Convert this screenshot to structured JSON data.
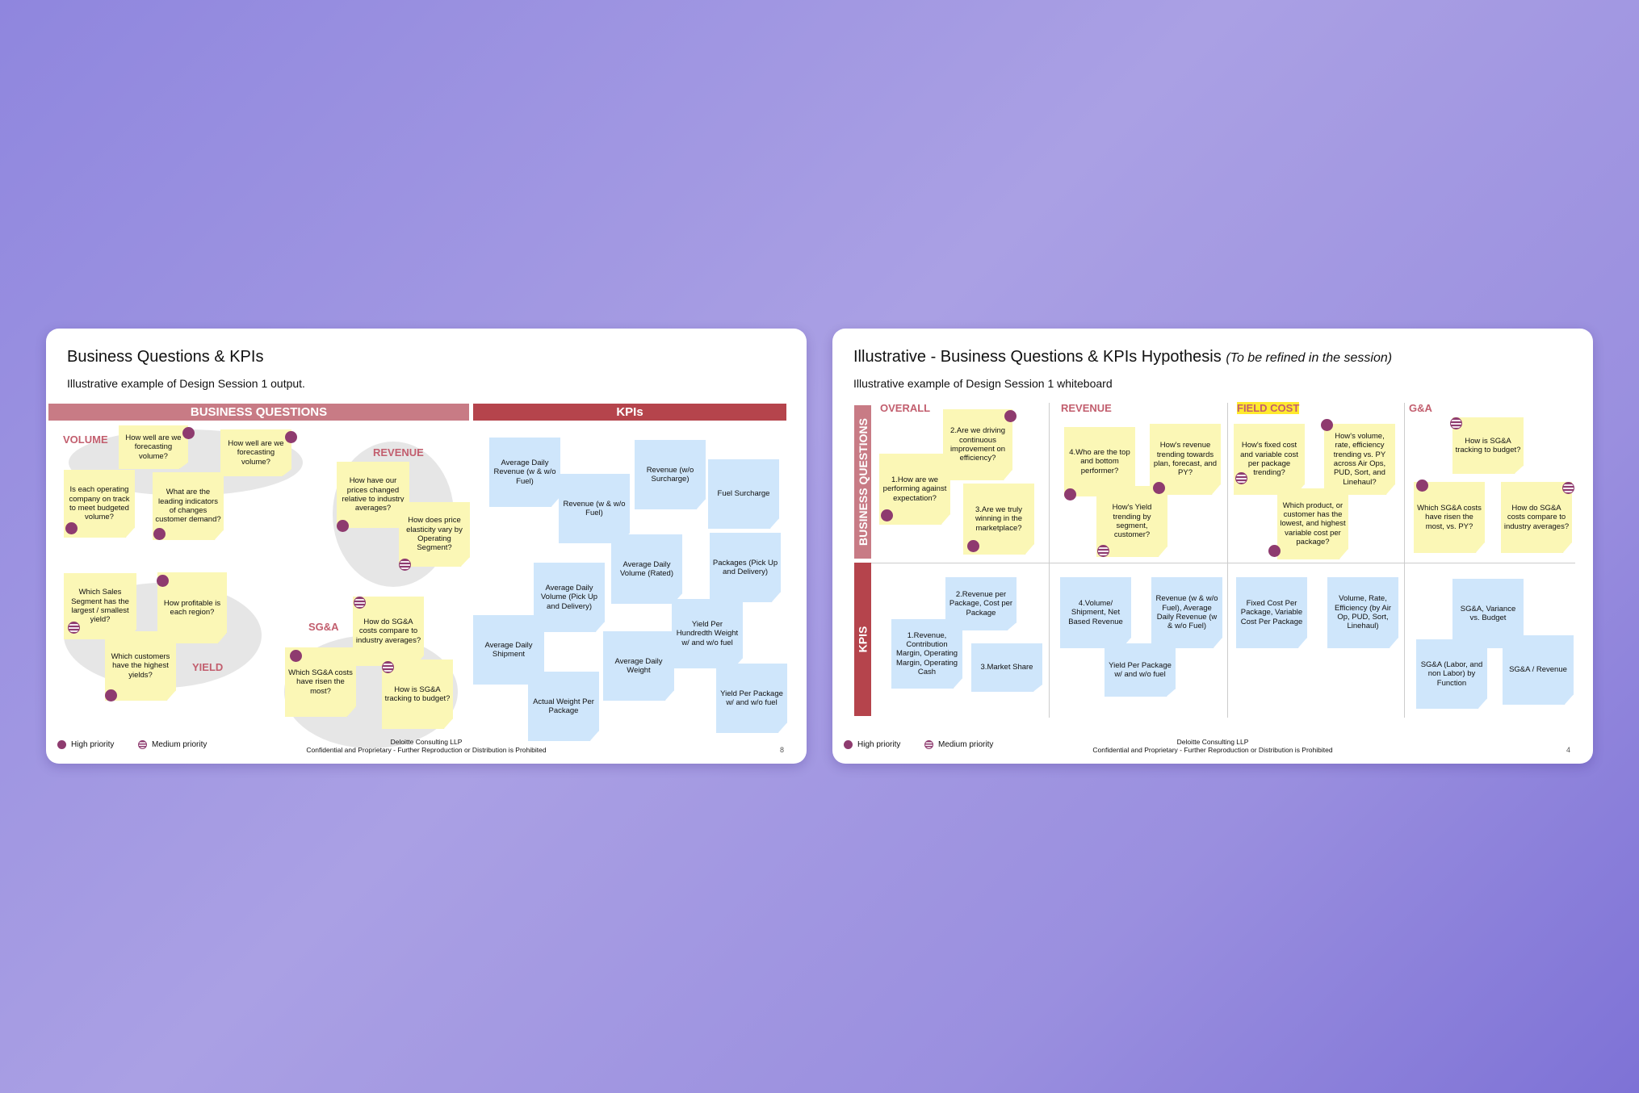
{
  "slide1": {
    "title": "Business Questions & KPIs",
    "subtitle": "Illustrative example of Design Session 1 output.",
    "band_questions": "BUSINESS QUESTIONS",
    "band_kpis": "KPIs",
    "sections": {
      "volume": "VOLUME",
      "revenue": "REVENUE",
      "yield": "YIELD",
      "sga": "SG&A"
    },
    "questions": [
      "How well are we forecasting volume?",
      "How well are we forecasting volume?",
      "Is each operating company on track to meet budgeted volume?",
      "What are the leading indicators of changes customer demand?",
      "How have our prices changed relative to industry averages?",
      "How does price elasticity vary by Operating Segment?",
      "Which Sales Segment has the largest / smallest yield?",
      "How profitable is each region?",
      "Which customers have the highest yields?",
      "How do SG&A costs compare to industry averages?",
      "Which SG&A costs have risen the most?",
      "How is SG&A tracking to budget?"
    ],
    "kpis": [
      "Average Daily Revenue (w & w/o Fuel)",
      "Revenue (w/o Surcharge)",
      "Revenue (w & w/o Fuel)",
      "Fuel Surcharge",
      "Average Daily Volume (Rated)",
      "Packages (Pick Up and Delivery)",
      "Average Daily Volume (Pick Up and Delivery)",
      "Yield Per Hundredth Weight w/ and w/o fuel",
      "Average Daily Shipment",
      "Average Daily Weight",
      "Actual Weight Per Package",
      "Yield Per Package w/ and w/o fuel"
    ],
    "legend_high": "High priority",
    "legend_medium": "Medium priority",
    "footer_line1": "Deloitte Consulting LLP",
    "footer_line2": "Confidential and Proprietary - Further Reproduction or Distribution is Prohibited",
    "page": "8"
  },
  "slide2": {
    "title": "Illustrative - Business Questions & KPIs Hypothesis",
    "title_note": "(To be refined in the session)",
    "subtitle": "Illustrative example of Design Session 1 whiteboard",
    "band_questions": "BUSINESS QUESTIONS",
    "band_kpis": "KPIS",
    "columns": {
      "overall": "OVERALL",
      "revenue": "REVENUE",
      "field_cost": "FIELD COST",
      "ga": "G&A"
    },
    "questions": [
      "2.Are we driving continuous improvement on efficiency?",
      "1.How are we performing against expectation?",
      "3.Are we truly winning in the marketplace?",
      "4.Who are the top and bottom performer?",
      "How's revenue trending towards plan, forecast, and PY?",
      "How's Yield trending by segment, customer?",
      "How's fixed cost and variable cost per package trending?",
      "How's volume, rate, efficiency trending vs. PY across Air Ops, PUD, Sort, and Linehaul?",
      "Which product, or customer has the lowest, and highest variable cost per package?",
      "How is SG&A tracking to budget?",
      "Which SG&A costs have risen the most, vs. PY?",
      "How do SG&A costs compare to industry averages?"
    ],
    "kpis": [
      "2.Revenue per Package, Cost per Package",
      "1.Revenue, Contribution Margin, Operating Margin, Operating Cash",
      "3.Market Share",
      "4.Volume/ Shipment, Net Based Revenue",
      "Revenue (w & w/o Fuel), Average Daily Revenue (w & w/o Fuel)",
      "Yield Per Package w/ and w/o fuel",
      "Fixed Cost Per Package, Variable Cost Per Package",
      "Volume, Rate, Efficiency (by Air Op, PUD, Sort, Linehaul)",
      "SG&A, Variance vs. Budget",
      "SG&A (Labor, and non Labor) by Function",
      "SG&A / Revenue"
    ],
    "legend_high": "High priority",
    "legend_medium": "Medium priority",
    "footer_line1": "Deloitte Consulting LLP",
    "footer_line2": "Confidential and Proprietary - Further Reproduction or Distribution is Prohibited",
    "page": "4"
  },
  "colors": {
    "background": "#9a90e0",
    "band_questions": "#c87b85",
    "band_kpis": "#b5444c",
    "sticky_yellow": "#fbf7b6",
    "sticky_blue": "#cfe6fb",
    "priority": "#8e3b6f"
  }
}
